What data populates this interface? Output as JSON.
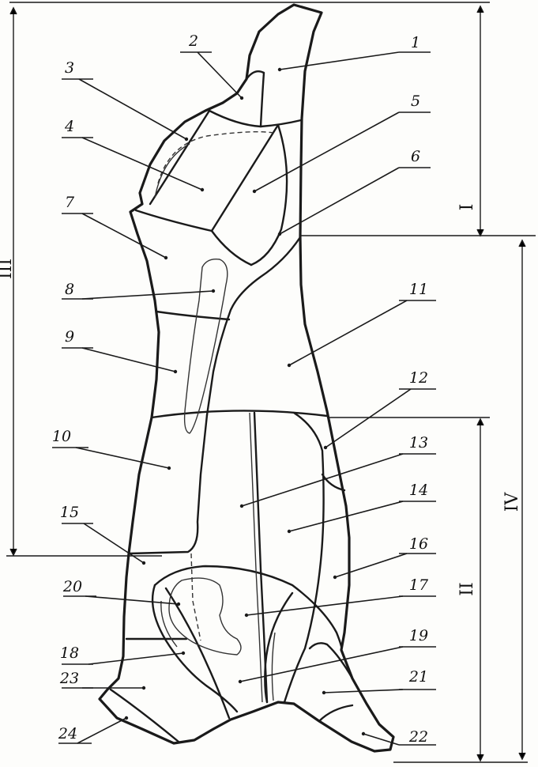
{
  "diagram": {
    "part_labels": [
      "1",
      "2",
      "3",
      "4",
      "5",
      "6",
      "7",
      "8",
      "9",
      "10",
      "11",
      "12",
      "13",
      "14",
      "15",
      "16",
      "17",
      "18",
      "19",
      "20",
      "21",
      "22",
      "23",
      "24"
    ],
    "section_labels": {
      "I": "I",
      "II": "II",
      "III": "III",
      "IV": "IV"
    }
  }
}
